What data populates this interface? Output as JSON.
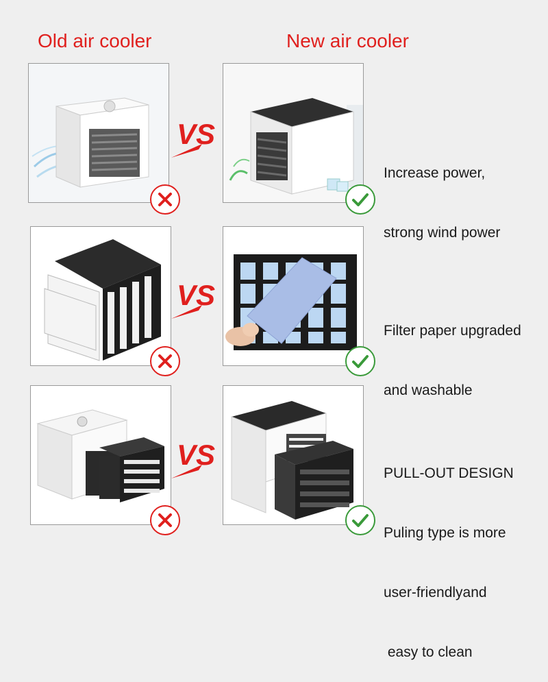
{
  "headers": {
    "old": "Old air cooler",
    "new": "New air cooler"
  },
  "vs_text": "VS",
  "rows": [
    {
      "description": [
        "Increase power,",
        "strong wind power"
      ]
    },
    {
      "description": [
        "Filter paper upgraded",
        "and washable"
      ]
    },
    {
      "description": [
        "PULL-OUT DESIGN",
        "Puling type is more",
        "user-friendlyand",
        " easy to clean"
      ]
    }
  ],
  "colors": {
    "accent_red": "#e0201e",
    "check_green": "#3a9a3a"
  },
  "icons": {
    "old_badge": "cross-icon",
    "new_badge": "check-icon"
  }
}
